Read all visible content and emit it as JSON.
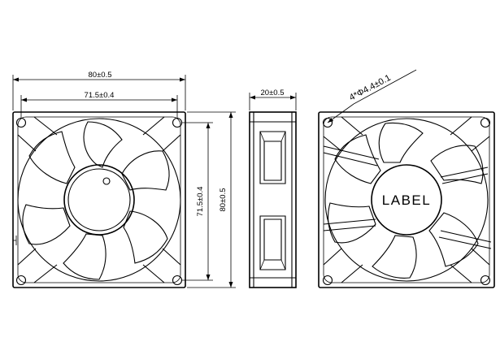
{
  "front_view": {
    "width_overall": "80±0.5",
    "width_hole_spacing": "71.5±0.4",
    "height_hole_spacing": "71.5±0.4",
    "height_overall": "80±0.5"
  },
  "side_view": {
    "depth": "20±0.5"
  },
  "back_view": {
    "hole_spec": "4*Φ4.4±0.1",
    "hub_label": "LABEL"
  }
}
